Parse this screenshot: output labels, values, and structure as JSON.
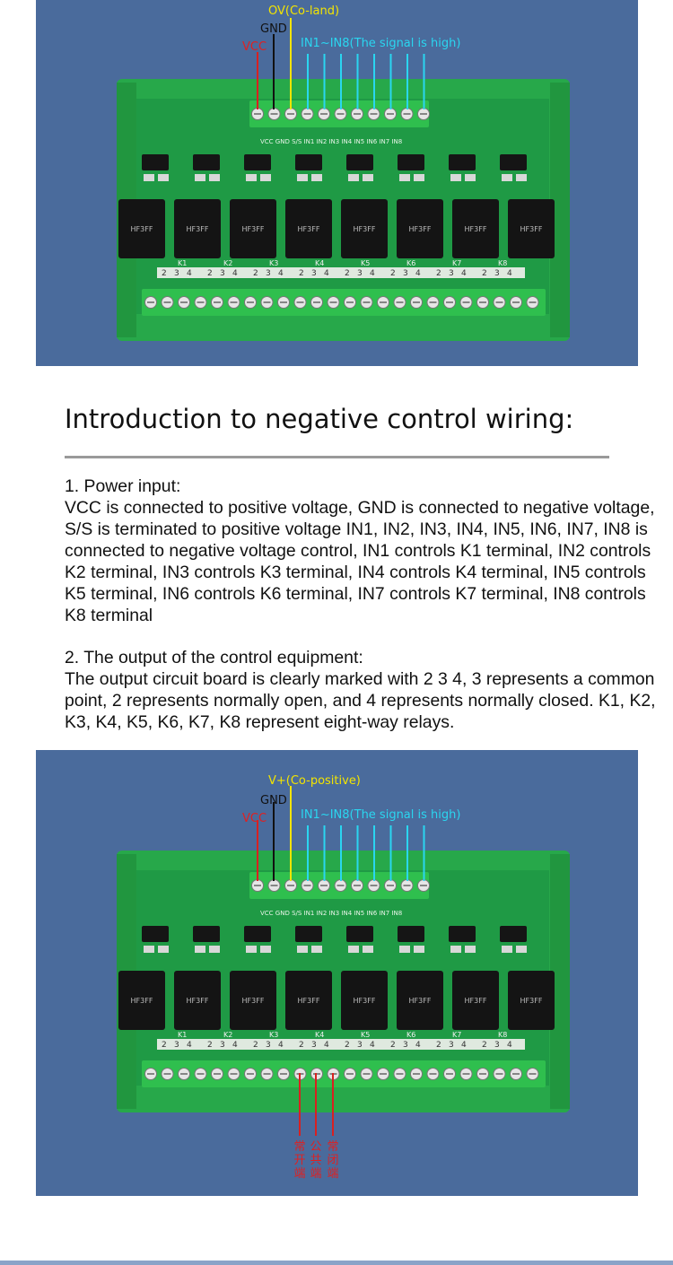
{
  "top_board": {
    "vcc": "VCC",
    "gnd": "GND",
    "common": "OV(Co-land)",
    "inputs": "IN1~IN8(The signal is high)"
  },
  "section_title": "Introduction to negative control wiring:",
  "power": {
    "heading": "1. Power input:",
    "text": "VCC is connected to positive voltage, GND is connected to negative voltage, S/S is terminated to positive voltage IN1, IN2, IN3, IN4, IN5, IN6, IN7, IN8 is connected to negative voltage control, IN1 controls K1 terminal, IN2 controls K2 terminal, IN3 controls K3 terminal, IN4 controls K4 terminal, IN5 controls K5 terminal, IN6 controls K6 terminal, IN7 controls K7 terminal, IN8 controls K8 terminal"
  },
  "output": {
    "heading": "2. The output of the control equipment:",
    "text": "The output circuit board is clearly marked with 2 3 4, 3 represents a common point, 2 represents normally open, and 4 represents normally closed. K1, K2, K3, K4, K5, K6, K7, K8 represent eight-way relays."
  },
  "bottom_board": {
    "vcc": "VCC",
    "gnd": "GND",
    "common": "V+(Co-positive)",
    "inputs": "IN1~IN8(The signal is high)",
    "nc_open": "常开端",
    "common_point": "公共端",
    "nc_closed": "常闭端"
  },
  "board": {
    "relay_model": "HF3FF",
    "relay_labels": [
      "K1",
      "K2",
      "K3",
      "K4",
      "K5",
      "K6",
      "K7",
      "K8"
    ],
    "pin_labels": [
      "2",
      "3",
      "4"
    ],
    "input_silk": "VCC GND S/S IN1 IN2 IN3 IN4 IN5 IN6 IN7 IN8"
  },
  "colors": {
    "panel": "#4a6b9c",
    "pcb": "#1f9a45",
    "terminal": "#2fbf4e",
    "vcc_wire": "#d92020",
    "gnd_wire": "#111111",
    "common_wire": "#f3e400",
    "input_wire": "#2ad6f0"
  }
}
